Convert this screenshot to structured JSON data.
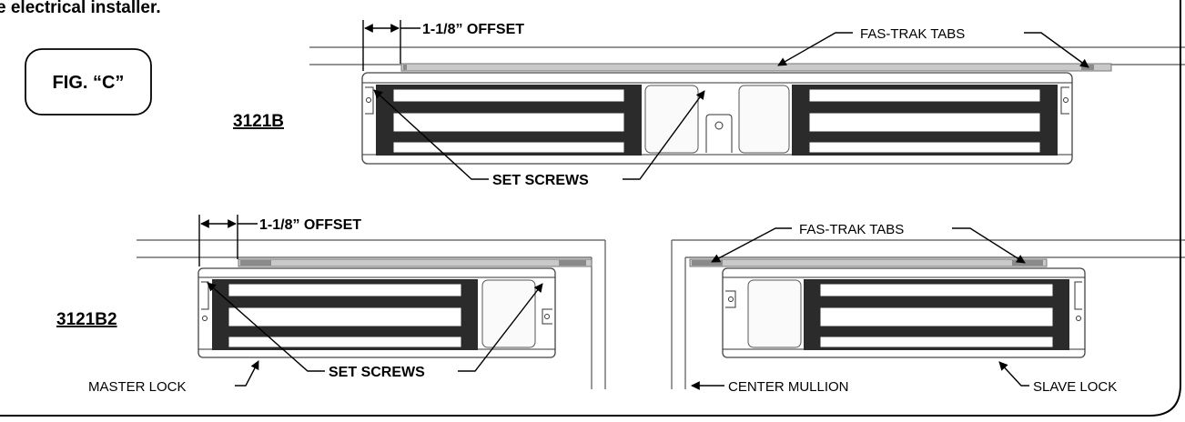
{
  "header": {
    "top_text": "e electrical installer."
  },
  "figure": {
    "label": "FIG. “C”"
  },
  "top_assembly": {
    "model": "3121B",
    "offset_label": "1-1/8” OFFSET",
    "tabs_label": "FAS-TRAK TABS",
    "screws_label": "SET SCREWS"
  },
  "bottom_assembly": {
    "model": "3121B2",
    "offset_label": "1-1/8” OFFSET",
    "tabs_label": "FAS-TRAK TABS",
    "screws_label": "SET SCREWS",
    "master_label": "MASTER LOCK",
    "mullion_label": "CENTER MULLION",
    "slave_label": "SLAVE LOCK"
  },
  "colors": {
    "coil": "#2b2b2b",
    "track": "#c9c9c9",
    "frame": "#555555"
  }
}
